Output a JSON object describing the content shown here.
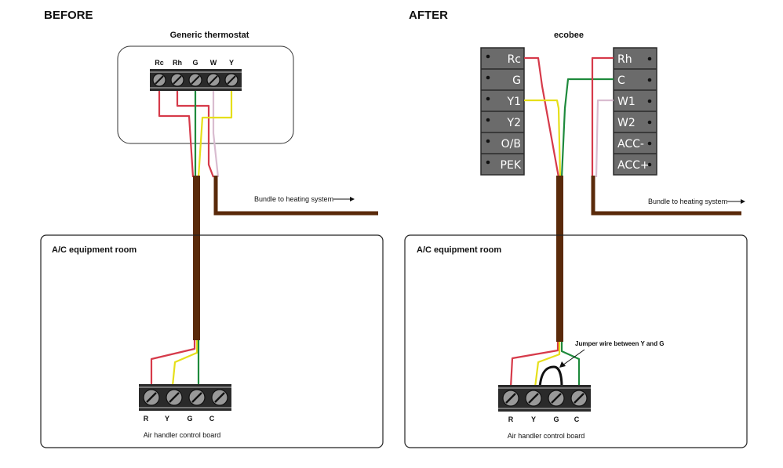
{
  "before": {
    "heading": "BEFORE",
    "thermostat_label": "Generic thermostat",
    "thermostat_terminals": [
      "Rc",
      "Rh",
      "G",
      "W",
      "Y"
    ],
    "bundle_label": "Bundle to heating system",
    "room_label": "A/C equipment room",
    "board_terminals": [
      "R",
      "Y",
      "G",
      "C"
    ],
    "board_label": "Air handler control board"
  },
  "after": {
    "heading": "AFTER",
    "ecobee_label": "ecobee",
    "ecobee_left_terminals": [
      "Rc",
      "G",
      "Y1",
      "Y2",
      "O/B",
      "PEK"
    ],
    "ecobee_right_terminals": [
      "Rh",
      "C",
      "W1",
      "W2",
      "ACC-",
      "ACC+"
    ],
    "bundle_label": "Bundle to heating system",
    "room_label": "A/C equipment room",
    "jumper_label": "Jumper wire between Y and G",
    "board_terminals": [
      "R",
      "Y",
      "G",
      "C"
    ],
    "board_label": "Air handler control board"
  },
  "colors": {
    "red_wire": "#d63a4a",
    "yellow_wire": "#e6df1a",
    "green_wire": "#1e8a3c",
    "white_wire": "#d9bcd0",
    "brown_cable": "#5a2a0a",
    "ecobee_panel": "#6b6b6b",
    "terminal_block": "#2a2a2a",
    "jumper_wire": "#111111"
  }
}
